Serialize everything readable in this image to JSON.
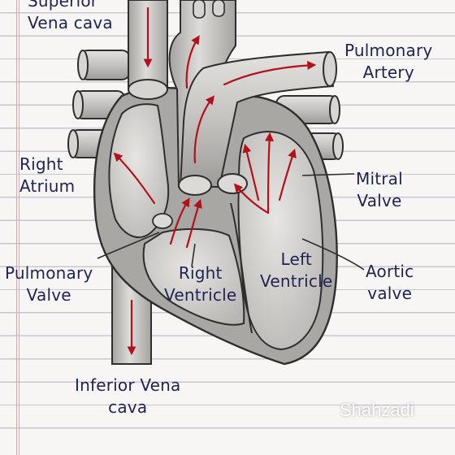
{
  "diagram": {
    "labels": {
      "superior_vena_cava": [
        "Superior",
        "Vena cava"
      ],
      "pulmonary_artery": [
        "Pulmonary",
        "Artery"
      ],
      "right_atrium": [
        "Right",
        "Atrium"
      ],
      "mitral_valve": [
        "Mitral",
        "Valve"
      ],
      "pulmonary_valve": [
        "Pulmonary",
        "Valve"
      ],
      "right_ventricle": [
        "Right",
        "Ventricle"
      ],
      "left_ventricle": [
        "Left",
        "Ventricle"
      ],
      "aortic_valve": [
        "Aortic",
        "valve"
      ],
      "inferior_vena_cava": [
        "Inferior Vena",
        "cava"
      ]
    },
    "watermark": "Shahzadi"
  },
  "colors": {
    "ink": "#1f2352",
    "arrow": "#b3101c",
    "tissue": "#c9c7c4",
    "tissue_dark": "#9c9a97",
    "outline": "#2e2e2e",
    "ruled_line": "#c9c6cf",
    "margin_line": "#d9a7ad"
  }
}
